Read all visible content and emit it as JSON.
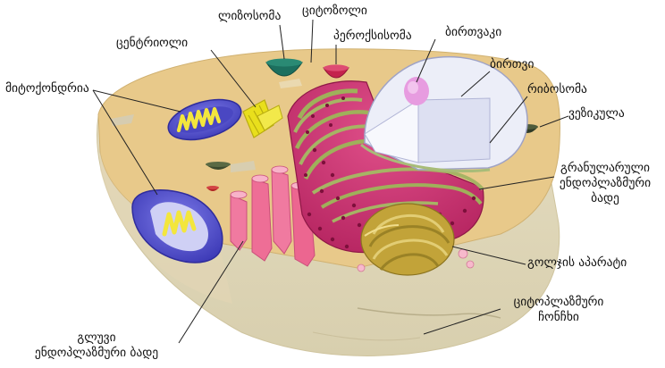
{
  "labels": {
    "ribosome_top": "ლიზოსომა",
    "cytosol": "ციტოზოლი",
    "centriole": "ცენტრიოლი",
    "peroxisome": "პეროქსისომა",
    "nucleolus": "ბირთვაკი",
    "nucleus": "ბირთვი",
    "mitochondria": "მიტოქონდრია",
    "ribosome": "რიბოსომა",
    "vesicle": "ვეზიკულა",
    "rough_er_line1": "გრანულარული",
    "rough_er_line2": "ენდოპლაზმური",
    "rough_er_line3": "ბადე",
    "golgi": "გოლჯის აპარატი",
    "membrane_line1": "ციტოპლაზმური",
    "membrane_line2": "ჩონჩხი",
    "smooth_er_line1": "გლუვი",
    "smooth_er_line2": "ენდოპლაზმური ბადე"
  },
  "colors": {
    "cytoplasm_top": "#e9c98b",
    "cytoplasm_side": "#ddd4b4",
    "rough_er": "#d9487c",
    "rough_er_dark": "#a81d55",
    "smooth_er": "#f06f9a",
    "nucleus": "#eceef8",
    "nucleolus": "#e79ce0",
    "mitochondria_outer": "#4c49c6",
    "mitochondria_inner": "#f3e63d",
    "golgi": "#c2a339",
    "lysosome": "#1c6f5e",
    "peroxisome": "#c4234d",
    "centriole": "#e9df1c"
  }
}
